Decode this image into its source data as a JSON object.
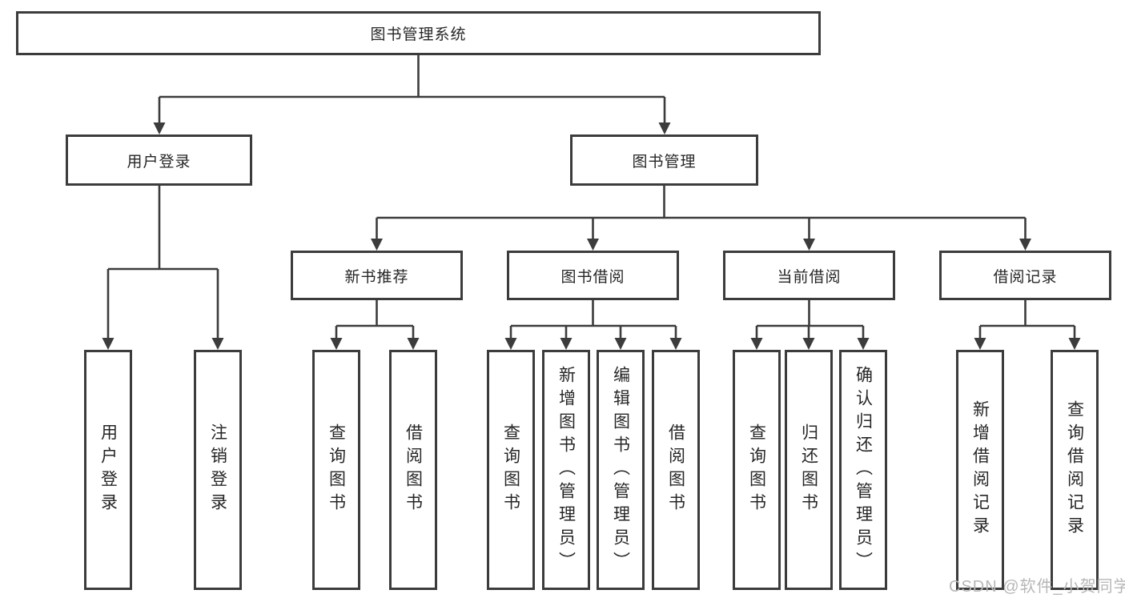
{
  "diagram": {
    "root": {
      "label": "图书管理系统"
    },
    "branches": [
      {
        "label": "用户登录",
        "children": [
          {
            "label": "用户登录"
          },
          {
            "label": "注销登录"
          }
        ]
      },
      {
        "label": "图书管理",
        "children": [
          {
            "label": "新书推荐",
            "children": [
              {
                "label": "查询图书"
              },
              {
                "label": "借阅图书"
              }
            ]
          },
          {
            "label": "图书借阅",
            "children": [
              {
                "label": "查询图书"
              },
              {
                "label": "新增图书（管理员）"
              },
              {
                "label": "编辑图书（管理员）"
              },
              {
                "label": "借阅图书"
              }
            ]
          },
          {
            "label": "当前借阅",
            "children": [
              {
                "label": "查询图书"
              },
              {
                "label": "归还图书"
              },
              {
                "label": "确认归还（管理员）"
              }
            ]
          },
          {
            "label": "借阅记录",
            "children": [
              {
                "label": "新增借阅记录"
              },
              {
                "label": "查询借阅记录"
              }
            ]
          }
        ]
      }
    ]
  },
  "watermark": {
    "text": "CSDN @软件_小贺同学"
  },
  "colors": {
    "line": "#3c3c3c",
    "box_border": "#3c3c3c",
    "text": "#262626",
    "watermark": "#b7b7b7",
    "background": "#ffffff"
  }
}
